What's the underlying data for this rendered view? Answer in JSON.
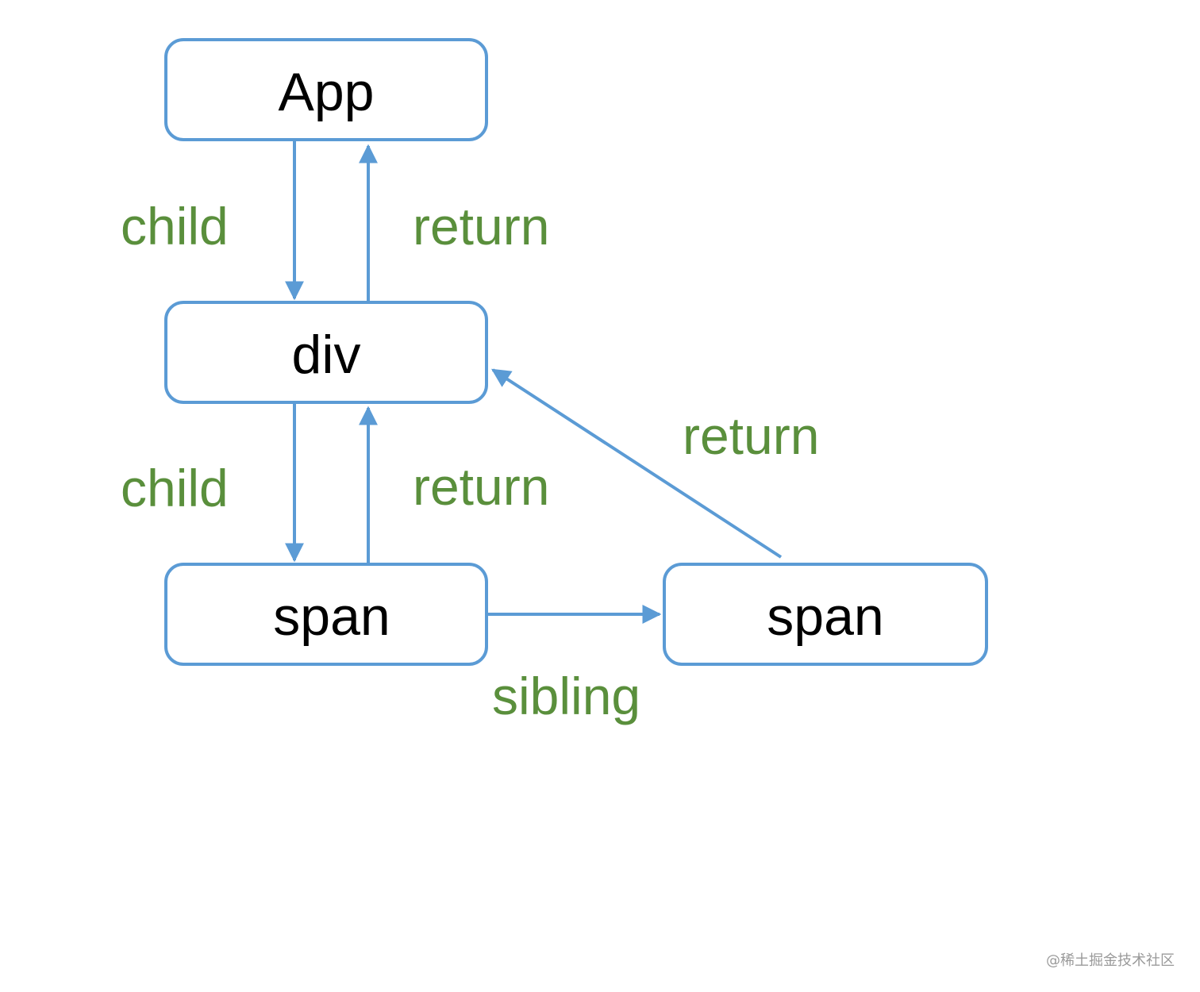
{
  "nodes": {
    "app": "App",
    "div": "div",
    "span_first": "span",
    "span_second": "span"
  },
  "edges": {
    "app_to_div_child": "child",
    "div_to_app_return": "return",
    "div_to_span_child": "child",
    "span_to_div_return": "return",
    "span2_to_div_return": "return",
    "span_to_span2_sibling": "sibling"
  },
  "colors": {
    "node_border": "#5b9bd5",
    "arrow": "#5b9bd5",
    "edge_label": "#5a8f3c",
    "node_text": "#000000"
  },
  "watermark": "@稀土掘金技术社区"
}
